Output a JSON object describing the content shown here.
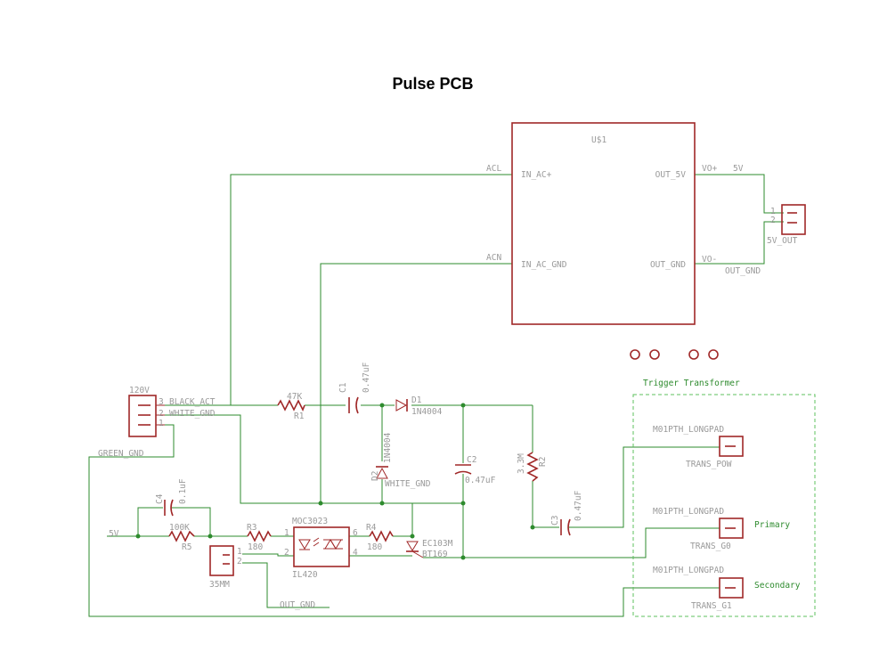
{
  "title": "Pulse PCB",
  "colors": {
    "wire": "#2e8b2e",
    "part": "#a02828",
    "label": "#9a9a9a",
    "frame": "#5cc05c"
  },
  "u1": {
    "name": "U$1",
    "pin_in_ac": "IN_AC+",
    "pin_in_gnd": "IN_AC_GND",
    "pin_out_5v": "OUT_5V",
    "pin_out_gnd": "OUT_GND",
    "net_acl": "ACL",
    "net_acn": "ACN",
    "net_vo_plus": "VO+",
    "net_vo_minus": "VO-",
    "net_5v": "5V",
    "net_out_gnd": "OUT_GND"
  },
  "out5v": {
    "name": "5V_OUT",
    "pin1": "1",
    "pin2": "2"
  },
  "j120": {
    "name": "120V",
    "pin3": "3",
    "pin2": "2",
    "pin1": "1",
    "net_black": "BLACK_ACT",
    "net_white": "WHITE_GND",
    "net_green": "GREEN_GND"
  },
  "r1": {
    "value": "47K",
    "name": "R1"
  },
  "c1": {
    "name": "C1",
    "value": "0.47uF"
  },
  "d1": {
    "name": "D1",
    "value": "1N4004"
  },
  "d2": {
    "name": "D2",
    "value": "1N4004"
  },
  "net_white_gnd": "WHITE_GND",
  "c2": {
    "name": "C2",
    "value": "0.47uF"
  },
  "r2": {
    "name": "R2",
    "value": "3.3M"
  },
  "c3": {
    "name": "C3",
    "value": "0.47uF"
  },
  "c4": {
    "name": "C4",
    "value": "0.1uF"
  },
  "r5": {
    "name": "R5",
    "value": "100K"
  },
  "r3": {
    "name": "R3",
    "value": "180"
  },
  "r4": {
    "name": "R4",
    "value": "180"
  },
  "net_5v_left": "5V",
  "opto": {
    "name": "MOC3023",
    "value": "IL420",
    "pin1": "1",
    "pin2": "2",
    "pin6": "6",
    "pin4": "4"
  },
  "scr": {
    "name": "EC103M",
    "value": "BT169"
  },
  "j35": {
    "name": "35MM",
    "pin1": "1",
    "pin2": "2"
  },
  "net_out_gnd_bottom": "OUT_GND",
  "trigger": {
    "title": "Trigger Transformer",
    "pad1_part": "M01PTH_LONGPAD",
    "pad1_name": "TRANS_POW",
    "pad2_part": "M01PTH_LONGPAD",
    "pad2_name": "TRANS_G0",
    "pad2_label": "Primary",
    "pad3_part": "M01PTH_LONGPAD",
    "pad3_name": "TRANS_G1",
    "pad3_label": "Secondary"
  }
}
